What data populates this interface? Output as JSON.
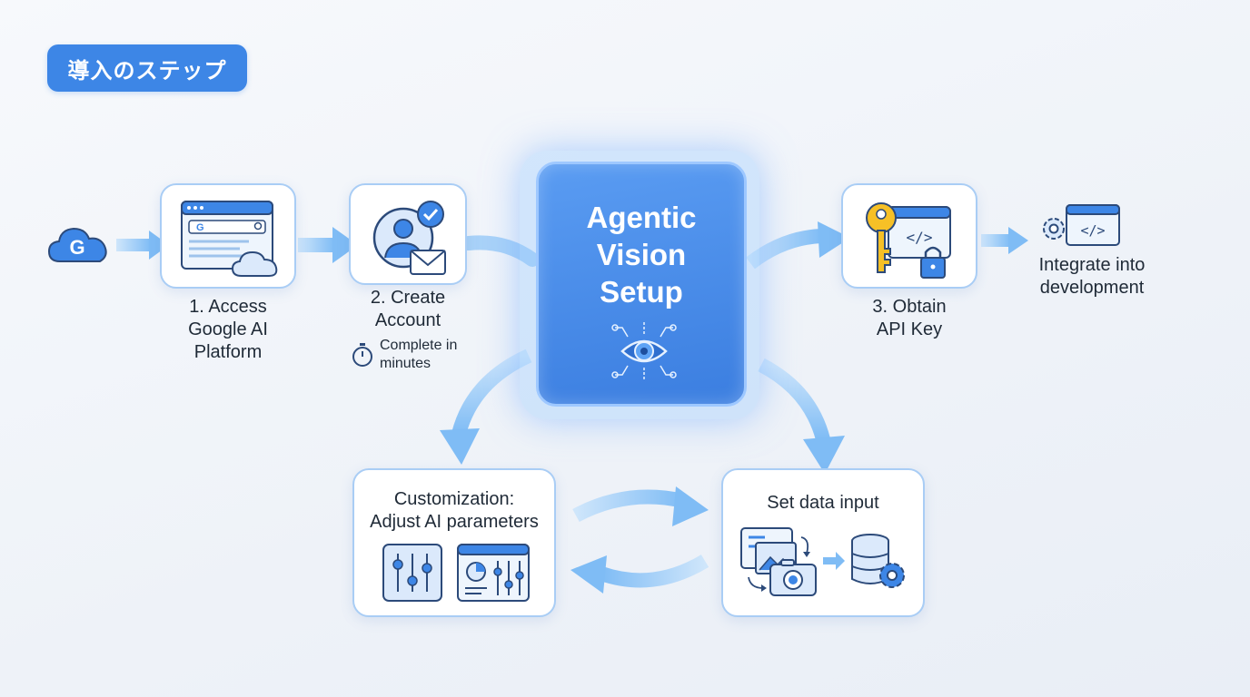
{
  "badge": "導入のステップ",
  "steps": {
    "access": [
      "1. Access",
      "Google AI",
      "Platform"
    ],
    "create": [
      "2. Create",
      "Account"
    ],
    "create_note": [
      "Complete in",
      "minutes"
    ],
    "obtain": [
      "3. Obtain",
      "API Key"
    ],
    "integrate": [
      "Integrate into",
      "development"
    ],
    "customize": [
      "Customization:",
      "Adjust AI parameters"
    ],
    "data_input": "Set data input"
  },
  "center": [
    "Agentic",
    "Vision",
    "Setup"
  ],
  "icons": {
    "cloud": "google-cloud-icon",
    "browser": "browser-search-icon",
    "account": "user-account-icon",
    "key": "api-key-icon",
    "code": "code-window-icon",
    "eye": "vision-eye-icon",
    "sliders": "sliders-icon",
    "dashboard": "dashboard-icon",
    "images": "image-input-icon",
    "database": "database-icon",
    "timer": "stopwatch-icon"
  },
  "colors": {
    "accent": "#3d86e6",
    "icon_fill": "#dbe9fb",
    "icon_stroke": "#2c4a7a",
    "arrow": "#8fc4f7"
  }
}
